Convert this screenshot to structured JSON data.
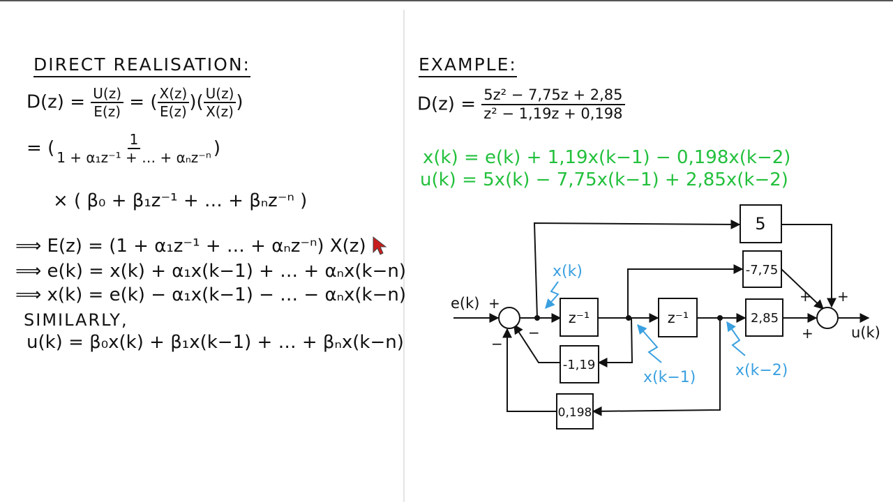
{
  "left": {
    "heading": "DIRECT REALISATION:",
    "def": {
      "lhs": "D(z) =",
      "f1": {
        "num": "U(z)",
        "den": "E(z)"
      },
      "eq": "=",
      "f2": {
        "num": "X(z)",
        "den": "E(z)"
      },
      "f3": {
        "num": "U(z)",
        "den": "X(z)"
      }
    },
    "line2": {
      "prefix": "=",
      "num": "1",
      "den": "1 + α₁z⁻¹ + … + αₙz⁻ⁿ"
    },
    "line3": "× ( β₀ + β₁z⁻¹ + … + βₙz⁻ⁿ )",
    "imp1": "⟹ E(z) = (1 + α₁z⁻¹ + … + αₙz⁻ⁿ) X(z)",
    "imp2": "⟹ e(k) = x(k) + α₁x(k−1) + … + αₙx(k−n)",
    "imp3": "⟹ x(k) = e(k) − α₁x(k−1) − … − αₙx(k−n)",
    "similarly": "SIMILARLY,",
    "uk": "u(k) = β₀x(k) + β₁x(k−1) + … + βₙx(k−n)"
  },
  "right": {
    "heading": "EXAMPLE:",
    "tf": {
      "lhs": "D(z) =",
      "num": "5z² − 7,75z + 2,85",
      "den": "z² − 1,19z + 0,198"
    },
    "eq_x": "x(k) = e(k) + 1,19x(k−1) − 0,198x(k−2)",
    "eq_u": "u(k) = 5x(k) − 7,75x(k−1) + 2,85x(k−2)"
  },
  "diagram": {
    "input": "e(k)",
    "output": "u(k)",
    "blocks": {
      "b0": "5",
      "b1": "-7,75",
      "b2": "2,85",
      "a1": "-1,19",
      "a2": "0,198",
      "delay1": "z⁻¹",
      "delay2": "z⁻¹"
    },
    "signs": {
      "in_plus": "+",
      "in_minus_fb": "−",
      "in_minus_bottom": "−",
      "out_b1": "+",
      "out_b0": "+",
      "out_b2": "+"
    },
    "signal_labels": {
      "xk": "x(k)",
      "xk1": "x(k−1)",
      "xk2": "x(k−2)"
    },
    "colors": {
      "ink": "#111111",
      "green": "#22c03c",
      "blue": "#3aa0e0"
    }
  }
}
